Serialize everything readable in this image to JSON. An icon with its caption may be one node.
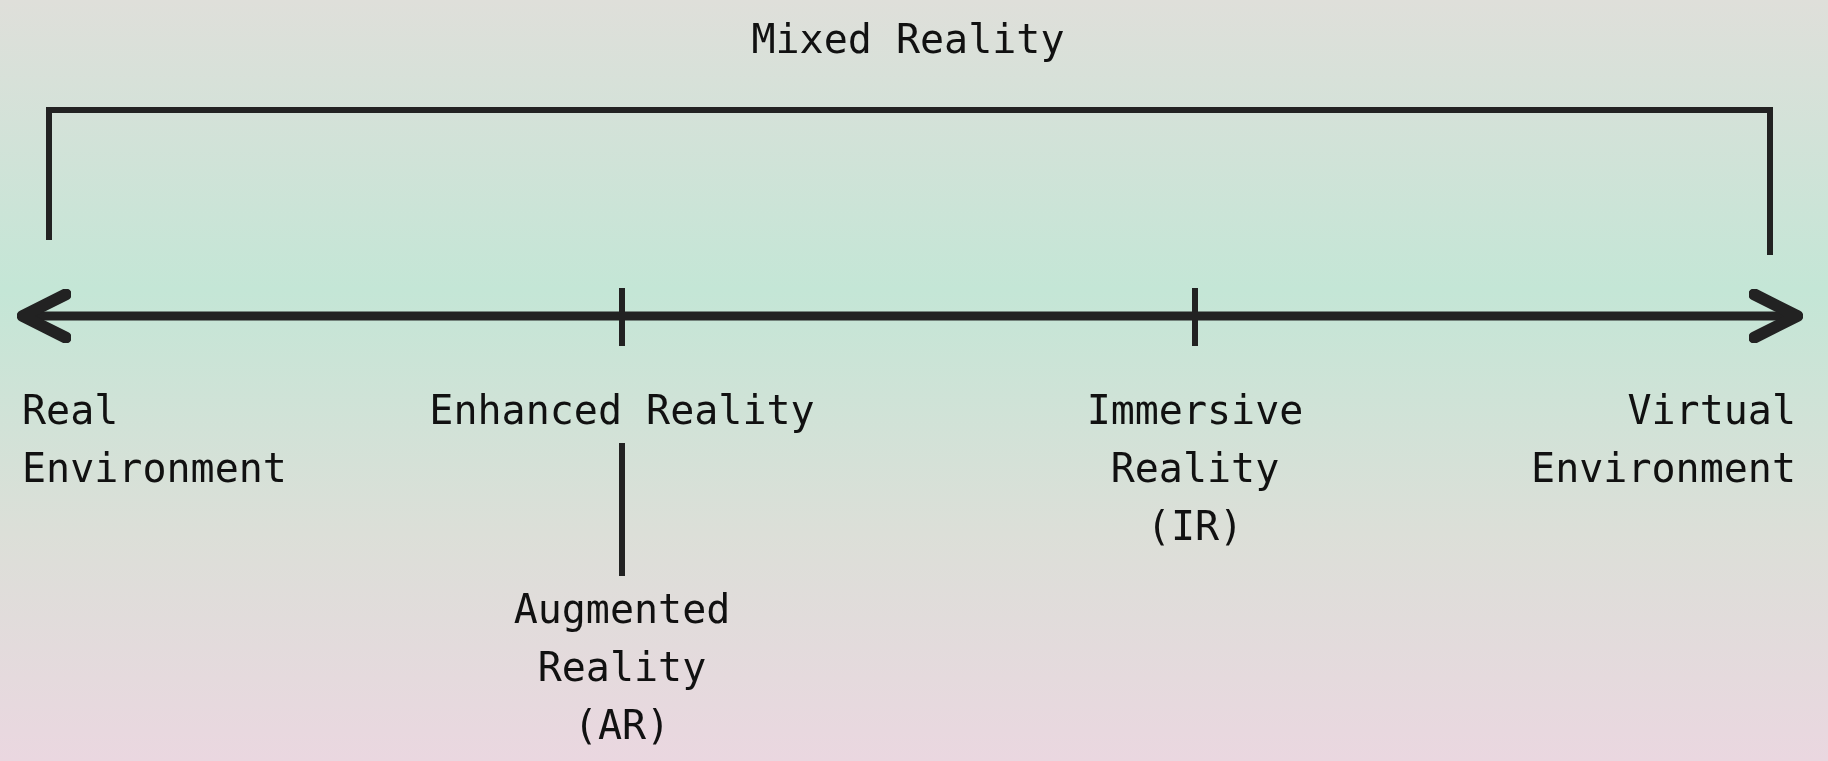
{
  "diagram": {
    "nodes": [
      {
        "text": [
          "Real Environment"
        ]
      },
      {
        "text": [
          "Enhanced Reality"
        ]
      },
      {
        "text": [
          "Augmented Reality (AR)"
        ]
      },
      {
        "text": [
          "Immersive Reality (IR)"
        ]
      },
      {
        "text": [
          "Virtual Environment"
        ]
      }
    ],
    "edges": [
      {
        "from": 1,
        "to": 2,
        "arrow": "none"
      }
    ],
    "labels": [
      "Mixed Reality"
    ]
  }
}
